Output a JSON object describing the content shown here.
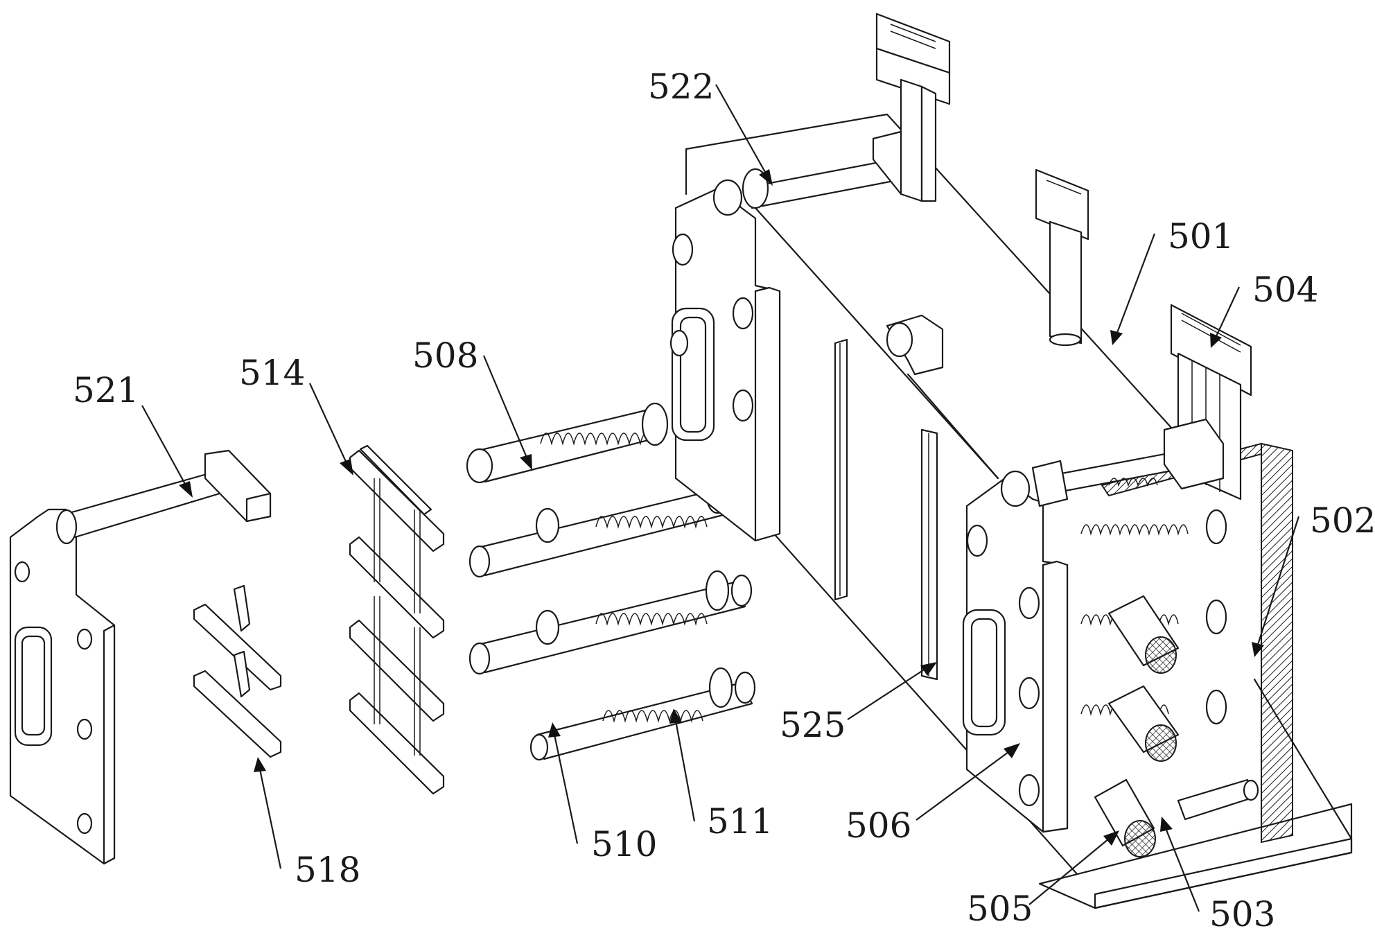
{
  "figure": {
    "type": "exploded isometric patent drawing",
    "line_color": "#1a1a1a",
    "background": "#ffffff"
  },
  "labels": [
    {
      "id": "521",
      "text": "521"
    },
    {
      "id": "514",
      "text": "514"
    },
    {
      "id": "508",
      "text": "508"
    },
    {
      "id": "522",
      "text": "522"
    },
    {
      "id": "501",
      "text": "501"
    },
    {
      "id": "504",
      "text": "504"
    },
    {
      "id": "502",
      "text": "502"
    },
    {
      "id": "525",
      "text": "525"
    },
    {
      "id": "506",
      "text": "506"
    },
    {
      "id": "505",
      "text": "505"
    },
    {
      "id": "503",
      "text": "503"
    },
    {
      "id": "510",
      "text": "510"
    },
    {
      "id": "511",
      "text": "511"
    },
    {
      "id": "518",
      "text": "518"
    }
  ]
}
